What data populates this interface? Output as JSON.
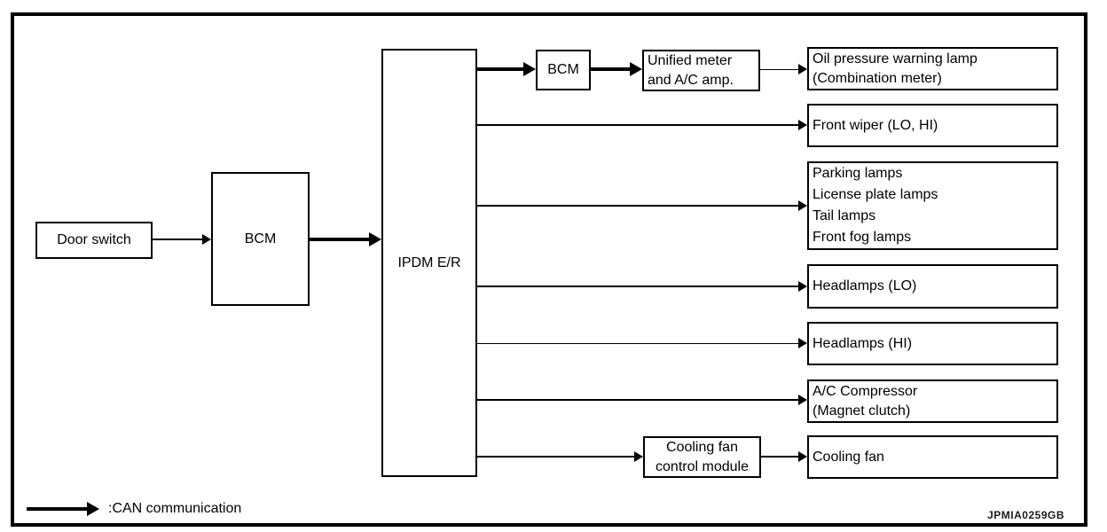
{
  "diagram": {
    "title_hint": "CAN communication block diagram",
    "colors": {
      "line": "#000000",
      "background": "#ffffff"
    },
    "nodes": {
      "door_switch": {
        "label": "Door switch"
      },
      "bcm_main": {
        "label": "BCM"
      },
      "ipdm": {
        "label": "IPDM E/R"
      },
      "bcm_small": {
        "label": "BCM"
      },
      "unified_meter": {
        "lines": [
          "Unified meter",
          "and A/C amp."
        ]
      },
      "oil_pressure": {
        "lines": [
          "Oil pressure warning lamp",
          "(Combination meter)"
        ]
      },
      "front_wiper": {
        "label": "Front wiper (LO, HI)"
      },
      "exterior_lamps": {
        "lines": [
          "Parking lamps",
          "License plate lamps",
          "Tail lamps",
          "Front fog lamps"
        ]
      },
      "headlamps_lo": {
        "label": "Headlamps (LO)"
      },
      "headlamps_hi": {
        "label": "Headlamps (HI)"
      },
      "ac_compressor": {
        "lines": [
          "A/C Compressor",
          "(Magnet clutch)"
        ]
      },
      "cooling_fan_module": {
        "lines": [
          "Cooling fan",
          "control module"
        ]
      },
      "cooling_fan": {
        "label": "Cooling fan"
      }
    },
    "edges": [
      "door_switch->bcm_main",
      "bcm_main->ipdm (CAN)",
      "ipdm->bcm_small (CAN)",
      "bcm_small->unified_meter (CAN)",
      "unified_meter->oil_pressure",
      "ipdm->front_wiper",
      "ipdm->exterior_lamps",
      "ipdm->headlamps_lo",
      "ipdm->headlamps_hi",
      "ipdm->ac_compressor",
      "ipdm->cooling_fan_module",
      "cooling_fan_module->cooling_fan"
    ],
    "legend": {
      "label": ":CAN communication"
    },
    "watermark": "JPMIA0259GB"
  }
}
